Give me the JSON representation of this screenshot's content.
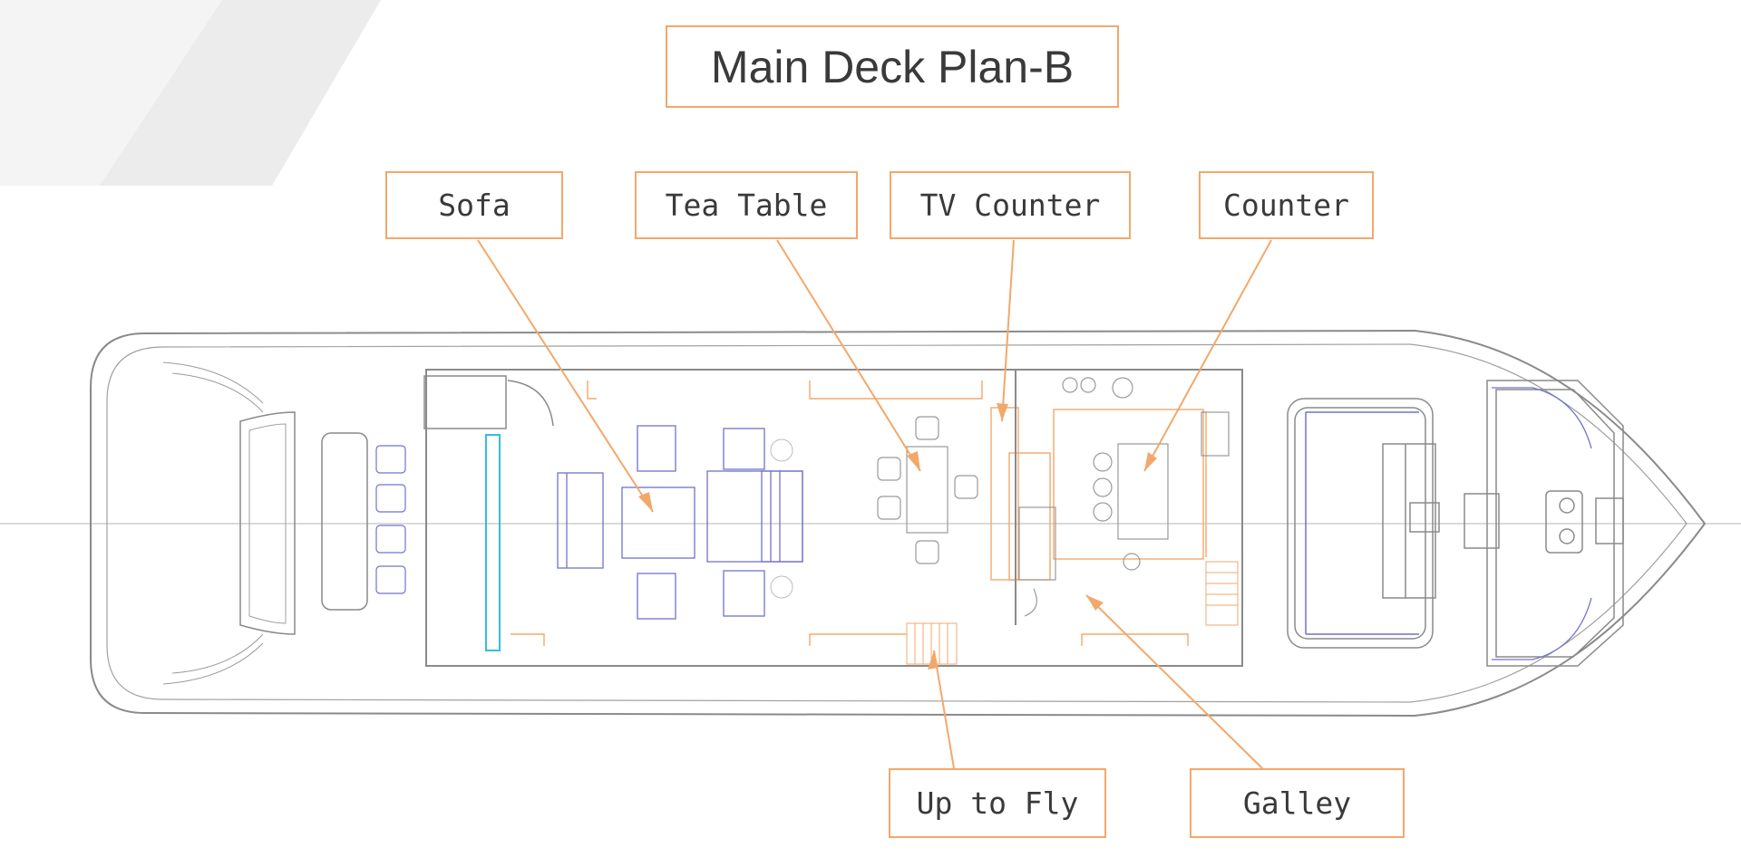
{
  "title": "Main Deck Plan-B",
  "labels": {
    "sofa": "Sofa",
    "tea_table": "Tea Table",
    "tv_counter": "TV Counter",
    "counter": "Counter",
    "up_to_fly": "Up to Fly",
    "galley": "Galley"
  },
  "colors": {
    "accent": "#f2a86b",
    "outline": "#8a8a8a",
    "furniture": "#6f74c9",
    "glass": "#33bde0",
    "text": "#3a3a3a"
  }
}
